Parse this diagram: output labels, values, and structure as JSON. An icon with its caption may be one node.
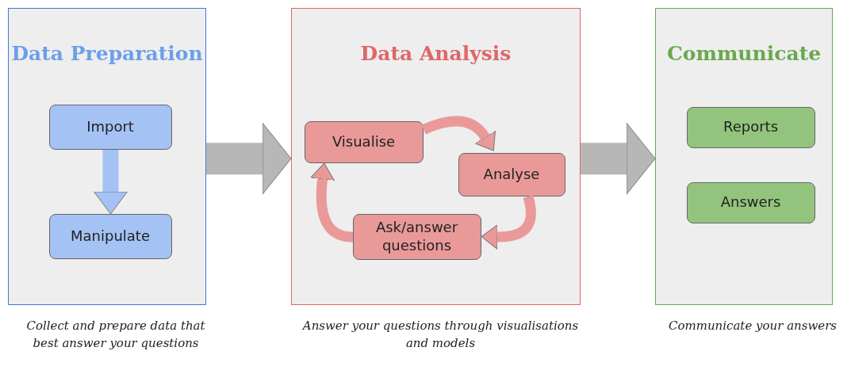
{
  "diagram": {
    "nodes": [
      {
        "text": [
          "Data Preparation"
        ],
        "beside": [
          "Collect and prepare data that best answer your questions"
        ]
      },
      {
        "text": [
          "Import"
        ],
        "in": 0
      },
      {
        "text": [
          "Manipulate"
        ],
        "in": 0
      },
      {
        "text": [
          "Data Analysis"
        ],
        "beside": [
          "Answer your questions through visualisations and models"
        ]
      },
      {
        "text": [
          "Visualise"
        ],
        "in": 3
      },
      {
        "text": [
          "Analyse"
        ],
        "in": 3
      },
      {
        "text": [
          "Ask/answer questions"
        ],
        "in": 3
      },
      {
        "text": [
          "Communicate"
        ],
        "beside": [
          "Communicate your answers"
        ]
      },
      {
        "text": [
          "Reports"
        ],
        "in": 7
      },
      {
        "text": [
          "Answers"
        ],
        "in": 7
      }
    ],
    "edges": [
      {
        "from": 1,
        "to": 2,
        "arrow": "to",
        "color": "#a4c2f4"
      },
      {
        "from": 0,
        "to": 3,
        "arrow": "to",
        "style": "thick",
        "color": "#b7b7b7"
      },
      {
        "from": 3,
        "to": 7,
        "arrow": "to",
        "style": "thick",
        "color": "#b7b7b7"
      },
      {
        "from": 4,
        "to": 5,
        "arrow": "to",
        "color": "#ea9999"
      },
      {
        "from": 5,
        "to": 6,
        "arrow": "to",
        "color": "#ea9999"
      },
      {
        "from": 6,
        "to": 4,
        "arrow": "to",
        "color": "#ea9999"
      }
    ]
  }
}
